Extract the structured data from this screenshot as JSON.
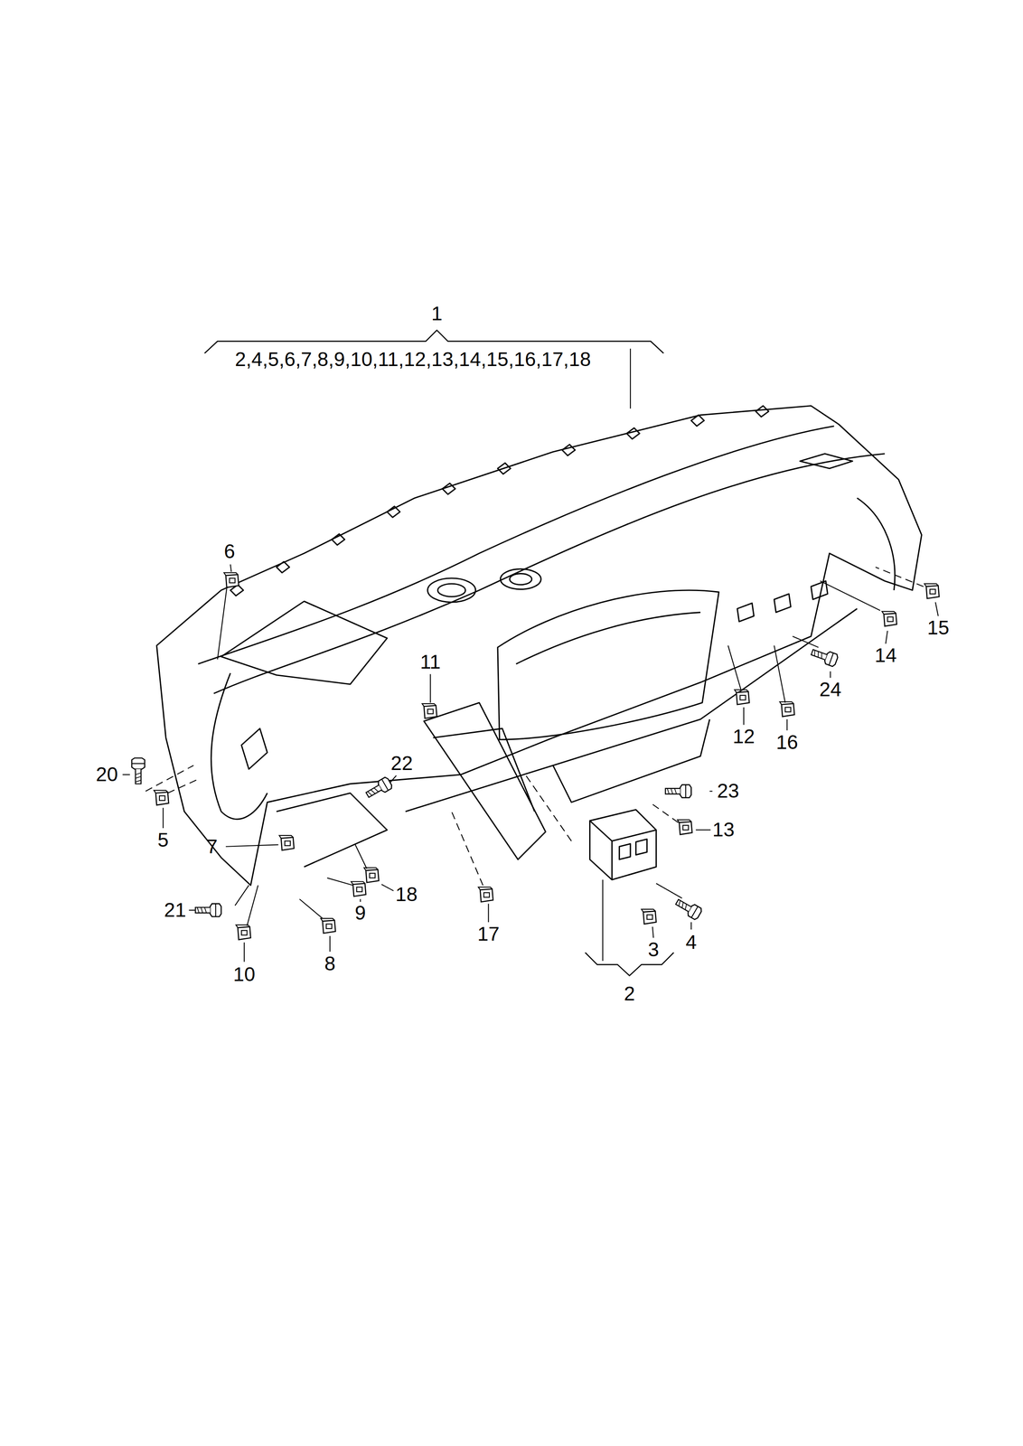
{
  "diagram": {
    "labels": [
      "1",
      "2,4,5,6,7,8,9,10,11,12,13,14,15,16,17,18",
      "6",
      "11",
      "20",
      "22",
      "23",
      "5",
      "7",
      "21",
      "18",
      "9",
      "10",
      "8",
      "17",
      "3",
      "4",
      "2",
      "12",
      "16",
      "24",
      "14",
      "15",
      "13"
    ]
  }
}
